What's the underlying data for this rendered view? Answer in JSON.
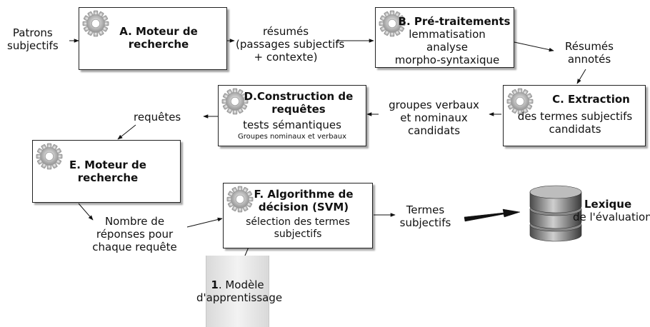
{
  "labels": {
    "patrons": [
      "Patrons",
      "subjectifs"
    ],
    "resumes": [
      "résumés",
      "(passages subjectifs",
      "+ contexte)"
    ],
    "resumes_annotes": [
      "Résumés",
      "annotés"
    ],
    "groupes": [
      "groupes verbaux",
      "et nominaux",
      "candidats"
    ],
    "requetes": "requêtes",
    "nombre": [
      "Nombre de",
      "réponses pour",
      "chaque requête"
    ],
    "termes": [
      "Termes",
      "subjectifs"
    ]
  },
  "boxes": {
    "a": {
      "title": [
        "A. Moteur de",
        "recherche"
      ]
    },
    "b": {
      "title": "B. Pré-traitements",
      "lines": [
        "lemmatisation",
        "analyse",
        "morpho-syntaxique"
      ]
    },
    "c": {
      "title": "C. Extraction",
      "lines": [
        "des termes subjectifs",
        "candidats"
      ]
    },
    "d": {
      "title": [
        "D.Construction de",
        "requêtes"
      ],
      "line": "tests sémantiques",
      "small": "Groupes nominaux et verbaux"
    },
    "e": {
      "title": [
        "E. Moteur de",
        "recherche"
      ]
    },
    "f": {
      "title": [
        "F. Algorithme de",
        "décision (SVM)"
      ],
      "lines": [
        "sélection des termes",
        "subjectifs"
      ]
    }
  },
  "model": {
    "number": "1",
    "rest": ". Modèle",
    "line2": "d'apprentissage"
  },
  "lexique": {
    "title": "Lexique",
    "sub": "de l'évaluation"
  },
  "icons": {
    "gear": "gear-icon",
    "database": "database-icon"
  }
}
